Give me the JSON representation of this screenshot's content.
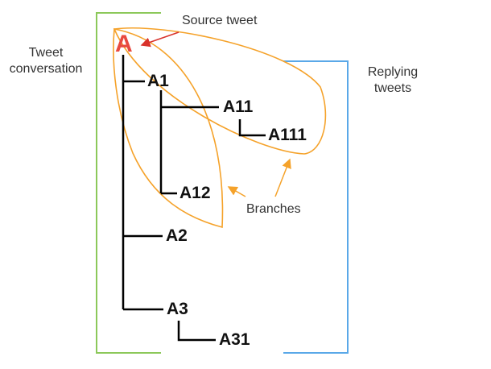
{
  "labels": {
    "source_tweet": "Source tweet",
    "tweet_conversation": [
      "Tweet",
      "conversation"
    ],
    "replying_tweets": [
      "Replying",
      "tweets"
    ],
    "branches": "Branches"
  },
  "nodes": {
    "root": "A",
    "a1": "A1",
    "a11": "A11",
    "a111": "A111",
    "a12": "A12",
    "a2": "A2",
    "a3": "A3",
    "a31": "A31"
  },
  "colors": {
    "tree": "#000000",
    "root": "#e8493f",
    "branch_outline": "#f5a22a",
    "arrow_source": "#d9322b",
    "conversation_bracket": "#8cc85a",
    "replying_bracket": "#5aa8e8"
  }
}
